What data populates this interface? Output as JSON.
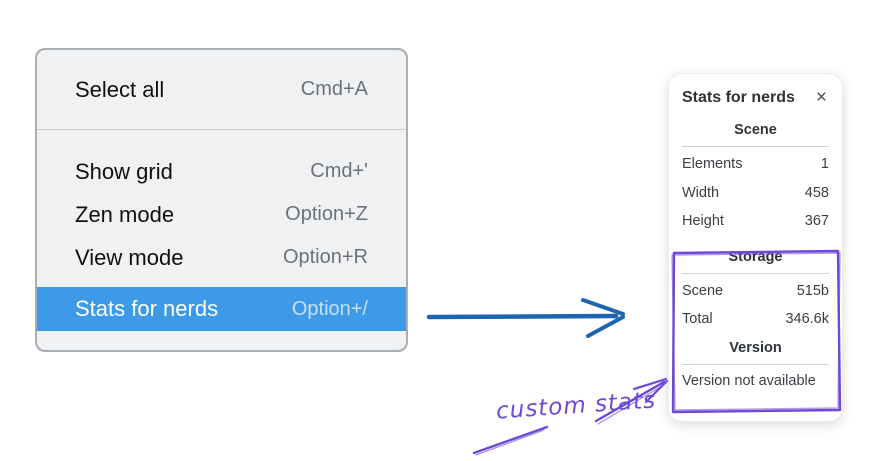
{
  "menu": {
    "items": [
      {
        "label": "Select all",
        "shortcut": "Cmd+A",
        "highlighted": false
      },
      {
        "label": "Show grid",
        "shortcut": "Cmd+'",
        "highlighted": false
      },
      {
        "label": "Zen mode",
        "shortcut": "Option+Z",
        "highlighted": false
      },
      {
        "label": "View mode",
        "shortcut": "Option+R",
        "highlighted": false
      },
      {
        "label": "Stats for nerds",
        "shortcut": "Option+/",
        "highlighted": true
      }
    ]
  },
  "panel": {
    "title": "Stats for nerds",
    "close_icon": "×",
    "sections": [
      {
        "header": "Scene",
        "rows": [
          {
            "label": "Elements",
            "value": "1"
          },
          {
            "label": "Width",
            "value": "458"
          },
          {
            "label": "Height",
            "value": "367"
          }
        ]
      },
      {
        "header": "Storage",
        "rows": [
          {
            "label": "Scene",
            "value": "515b"
          },
          {
            "label": "Total",
            "value": "346.6k"
          }
        ]
      },
      {
        "header": "Version",
        "note": "Version not available"
      }
    ]
  },
  "annotations": {
    "custom_stats_label": "custom stats",
    "highlight_box_target": "Storage and Version sections"
  },
  "colors": {
    "menu_background": "#f0f1f2",
    "menu_border": "#a9aeb4",
    "menu_highlight_blue": "#3d9ae8",
    "menu_shortcut_gray": "#6d7277",
    "pointer_arrow_blue": "#1d64b0",
    "annotation_purple": "#6d49d6",
    "panel_text": "#3b4045"
  }
}
